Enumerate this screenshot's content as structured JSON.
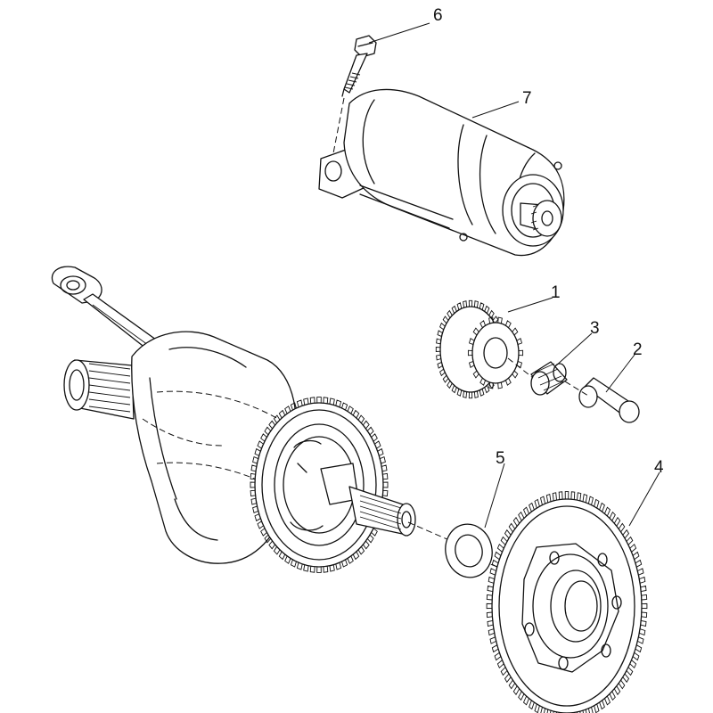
{
  "diagram": {
    "callouts": [
      {
        "id": "1",
        "label": "1"
      },
      {
        "id": "2",
        "label": "2"
      },
      {
        "id": "3",
        "label": "3"
      },
      {
        "id": "4",
        "label": "4"
      },
      {
        "id": "5",
        "label": "5"
      },
      {
        "id": "6",
        "label": "6"
      },
      {
        "id": "7",
        "label": "7"
      }
    ],
    "parts": [
      {
        "ref": "1",
        "icon": "double-gear-icon"
      },
      {
        "ref": "2",
        "icon": "pin-shaft-icon"
      },
      {
        "ref": "3",
        "icon": "needle-bearing-icon"
      },
      {
        "ref": "4",
        "icon": "starter-driven-gear-icon"
      },
      {
        "ref": "5",
        "icon": "washer-icon"
      },
      {
        "ref": "6",
        "icon": "bolt-icon"
      },
      {
        "ref": "7",
        "icon": "starter-motor-icon"
      }
    ]
  }
}
